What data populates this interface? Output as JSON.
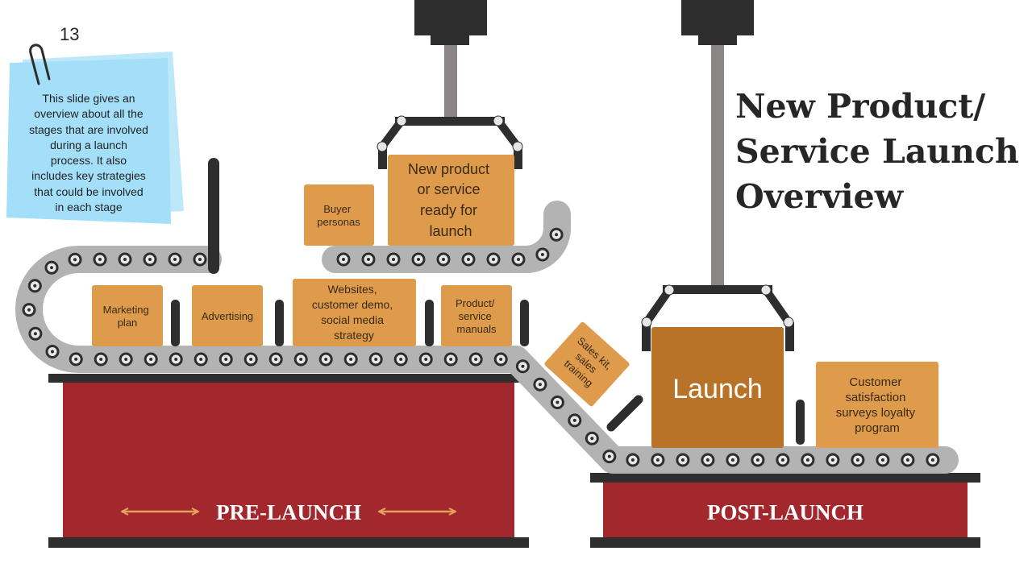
{
  "slide": {
    "page_number": "13",
    "title_lines": [
      "New Product/",
      "Service Launch",
      "Overview"
    ],
    "note_lines": [
      "This slide gives an",
      "overview about all the",
      "stages that are involved",
      "during a launch",
      "process. It also",
      "includes key strategies",
      "that could be involved",
      "in each stage"
    ]
  },
  "boxes": {
    "marketing": [
      "Marketing",
      "plan"
    ],
    "advertising": [
      "Advertising"
    ],
    "websites": [
      "Websites,",
      "customer demo,",
      "social media",
      "strategy"
    ],
    "manuals": [
      "Product/",
      "service",
      "manuals"
    ],
    "buyer": [
      "Buyer",
      "personas"
    ],
    "ready": [
      "New product",
      "or service",
      "ready for",
      "launch"
    ],
    "saleskit": [
      "Sales kit,",
      "sales",
      "training"
    ],
    "launch": [
      "Launch"
    ],
    "customer": [
      "Customer",
      "satisfaction",
      "surveys loyalty",
      "program"
    ]
  },
  "stations": {
    "pre_launch": "PRE-LAUNCH",
    "post_launch": "POST-LAUNCH"
  },
  "colors": {
    "box_orange": "#DE9B4C",
    "box_dark": "#B87328",
    "station_red": "#A3282E",
    "belt_gray": "#B3B3B3",
    "dark": "#2E2E2E",
    "arrow_orange": "#E8A15A",
    "note_blue": "#9FDDF7"
  }
}
